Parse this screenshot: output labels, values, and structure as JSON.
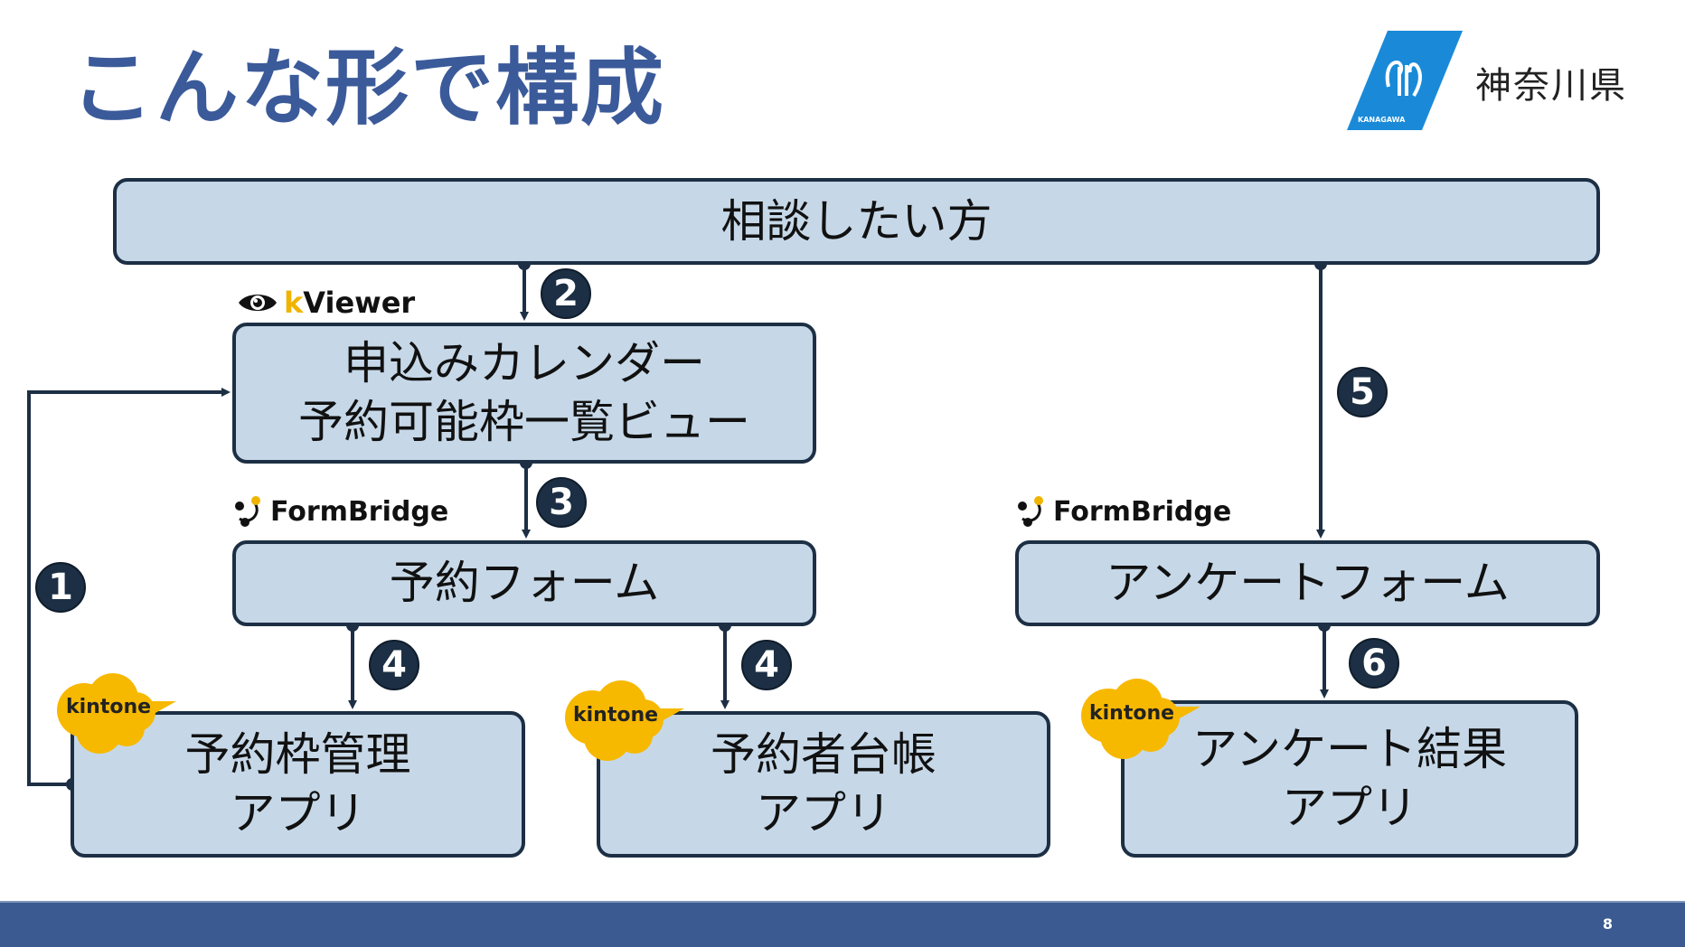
{
  "slide": {
    "title": "こんな形で構成",
    "page_number": "8"
  },
  "logo": {
    "emblem_text": "KANAGAWA",
    "name": "神奈川県",
    "color": "#1a8ad8"
  },
  "diagram": {
    "nodes": {
      "user": {
        "lines": [
          "相談したい方"
        ]
      },
      "calendar_view": {
        "lines": [
          "申込みカレンダー",
          "予約可能枠一覧ビュー"
        ],
        "tool": "kViewer"
      },
      "reservation_form": {
        "lines": [
          "予約フォーム"
        ],
        "tool": "FormBridge"
      },
      "survey_form": {
        "lines": [
          "アンケートフォーム"
        ],
        "tool": "FormBridge"
      },
      "slot_app": {
        "lines": [
          "予約枠管理",
          "アプリ"
        ],
        "tool": "kintone"
      },
      "registry_app": {
        "lines": [
          "予約者台帳",
          "アプリ"
        ],
        "tool": "kintone"
      },
      "survey_result_app": {
        "lines": [
          "アンケート結果",
          "アプリ"
        ],
        "tool": "kintone"
      }
    },
    "tools": {
      "kviewer_k": "k",
      "kviewer_rest": "Viewer",
      "formbridge": "FormBridge",
      "kintone": "kintone"
    },
    "steps": [
      {
        "label": "1",
        "from": "slot_app",
        "to": "calendar_view"
      },
      {
        "label": "2",
        "from": "user",
        "to": "calendar_view"
      },
      {
        "label": "3",
        "from": "calendar_view",
        "to": "reservation_form"
      },
      {
        "label": "4",
        "from": "reservation_form",
        "to": "slot_app"
      },
      {
        "label": "4",
        "from": "reservation_form",
        "to": "registry_app"
      },
      {
        "label": "5",
        "from": "user",
        "to": "survey_form"
      },
      {
        "label": "6",
        "from": "survey_form",
        "to": "survey_result_app"
      }
    ],
    "colors": {
      "box_fill": "#c6d8e8",
      "box_border": "#1c2f44",
      "badge": "#1c2f44",
      "kintone_cloud": "#f7b800",
      "title": "#3b5a9a",
      "footer": "#3b5a92"
    }
  }
}
